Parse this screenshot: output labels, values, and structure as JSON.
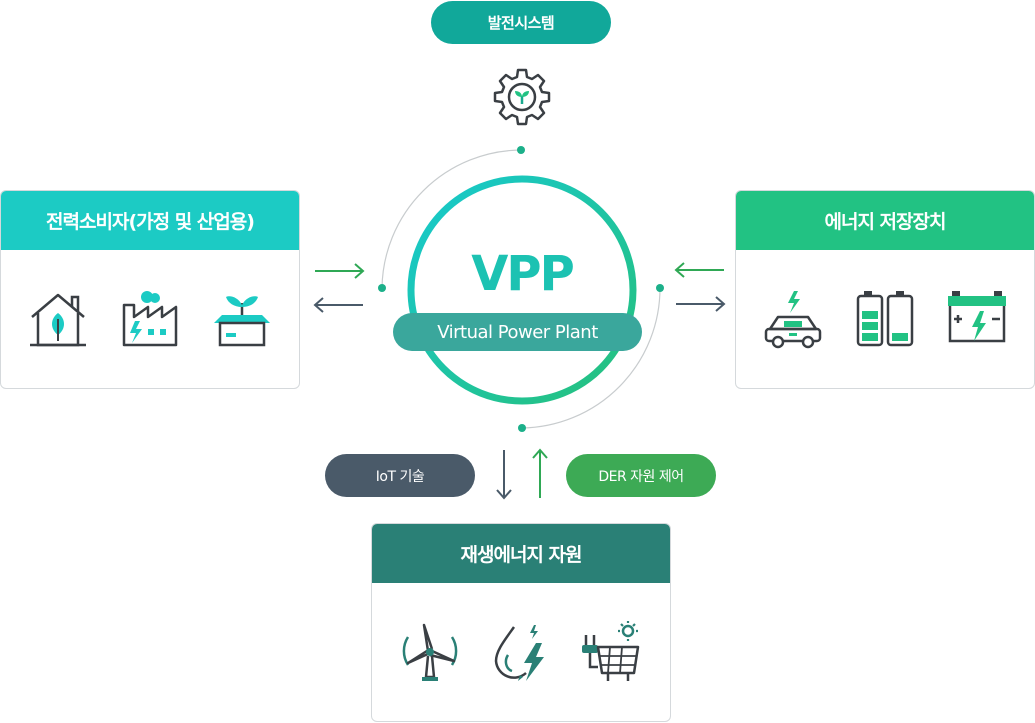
{
  "top": {
    "label": "발전시스템"
  },
  "center": {
    "title": "VPP",
    "subtitle": "Virtual Power Plant"
  },
  "left_card": {
    "title": "전력소비자(가정 및 산업용)",
    "icons": [
      "house-leaf-icon",
      "factory-icon",
      "plant-box-icon"
    ]
  },
  "right_card": {
    "title": "에너지 저장장치",
    "icons": [
      "electric-car-icon",
      "batteries-icon",
      "car-battery-icon"
    ]
  },
  "bottom_card": {
    "title": "재생에너지 자원",
    "icons": [
      "wind-turbine-icon",
      "water-power-icon",
      "solar-panel-icon"
    ]
  },
  "bottom_left_pill": {
    "label": "IoT 기술"
  },
  "bottom_right_pill": {
    "label": "DER 자원 제어"
  },
  "colors": {
    "teal": "#1ccbc4",
    "green": "#22c283",
    "dark_teal": "#2a8076",
    "slate": "#4a5a69",
    "pill_green": "#3daa55",
    "top_pill": "#11a89a"
  }
}
